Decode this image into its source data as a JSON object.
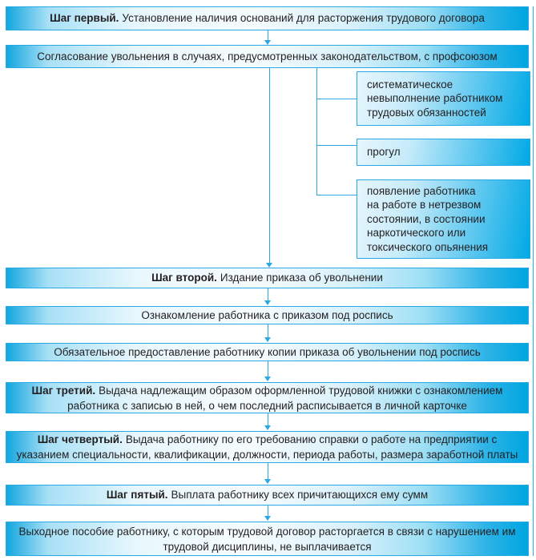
{
  "colors": {
    "cyan": "#00a6e2",
    "box_border": "#29a9e1",
    "text": "#231f20"
  },
  "flow": {
    "step1": {
      "bold": "Шаг первый.",
      "text": "Установление наличия оснований для расторжения трудового договора"
    },
    "agreement": {
      "text": "Согласование увольнения в случаях, предусмотренных законодательством, с профсоюзом"
    },
    "cases": [
      {
        "text": "систематическое\nневыполнение работником\nтрудовых обязанностей"
      },
      {
        "text": "прогул"
      },
      {
        "text": "появление работника\nна работе в нетрезвом\nсостоянии, в состоянии\nнаркотического или\nтоксического опьянения"
      }
    ],
    "step2": {
      "bold": "Шаг второй.",
      "text": "Издание приказа об увольнении"
    },
    "acquaint": {
      "text": "Ознакомление работника с приказом под роспись"
    },
    "order_copy": {
      "text": "Обязательное предоставление работнику копии приказа об увольнении под роспись"
    },
    "step3": {
      "bold": "Шаг третий.",
      "text": "Выдача надлежащим образом оформленной трудовой книжки с ознакомлением работника с записью в ней, о чем последний расписывается в личной карточке"
    },
    "step4": {
      "bold": "Шаг четвертый.",
      "text": "Выдача работнику по его требованию справки о работе на предприятии с указанием специальности, квалификации, должности, периода работы, размера заработной платы"
    },
    "step5": {
      "bold": "Шаг пятый.",
      "text": "Выплата работнику всех причитающихся ему сумм"
    },
    "severance": {
      "text": "Выходное пособие работнику, с которым трудовой договор расторгается в связи с нарушением им трудовой дисциплины, не выплачивается"
    }
  }
}
